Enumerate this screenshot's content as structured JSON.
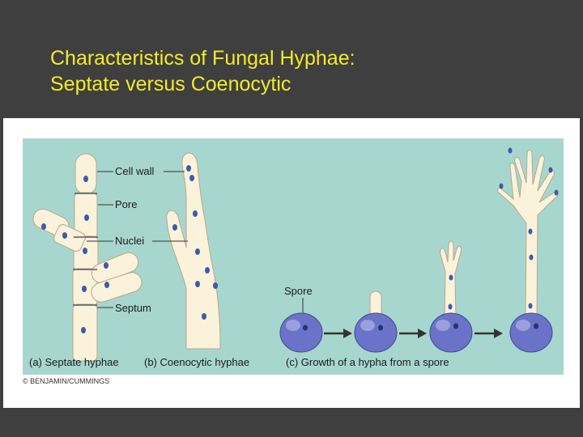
{
  "slide": {
    "title_line1": "Characteristics of Fungal Hyphae:",
    "title_line2": "Septate versus Coenocytic",
    "title_color": "#f2ec2a",
    "background_color": "#3f3f3f"
  },
  "figure": {
    "panel_color": "#a7d6cf",
    "hypha_color": "#fbf2dc",
    "nucleus_color": "#3e5aa8",
    "spore_color": "#6b73c9",
    "labels": {
      "cell_wall": "Cell wall",
      "pore": "Pore",
      "nuclei": "Nuclei",
      "septum": "Septum",
      "spore": "Spore"
    },
    "captions": {
      "a": "(a) Septate hyphae",
      "b": "(b) Coenocytic hyphae",
      "c": "(c) Growth of a hypha from a spore"
    },
    "copyright": "© BENJAMIN/CUMMINGS"
  }
}
